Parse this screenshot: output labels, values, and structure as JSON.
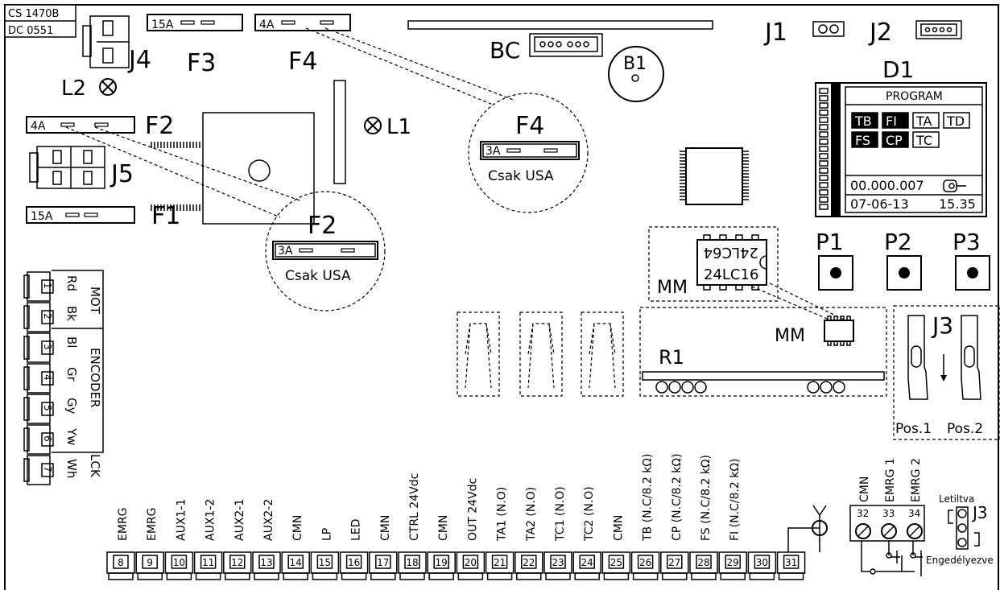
{
  "header_labels": [
    "CS 1470B",
    "DC 0551"
  ],
  "connectors": {
    "J4": "J4",
    "J5": "J5",
    "J1": "J1",
    "J2": "J2",
    "J3": "J3",
    "BC": "BC",
    "B1": "B1",
    "D1": "D1"
  },
  "fuses": {
    "F1": {
      "label": "F1",
      "rating": "15A"
    },
    "F2": {
      "label": "F2",
      "rating": "4A"
    },
    "F3": {
      "label": "F3",
      "rating": "15A"
    },
    "F4": {
      "label": "F4",
      "rating": "4A"
    }
  },
  "usa_callouts": [
    {
      "label": "F4",
      "rating": "3A",
      "note": "Csak USA"
    },
    {
      "label": "F2",
      "rating": "3A",
      "note": "Csak USA"
    }
  ],
  "leds": {
    "L1": "L1",
    "L2": "L2"
  },
  "display": {
    "title": "PROGRAM",
    "inverted_flags": [
      "TB",
      "FI",
      "FS",
      "CP"
    ],
    "flags": [
      "TA",
      "TD",
      "TC"
    ],
    "counter": "00.000.007",
    "date": "07-06-13",
    "time": "15.35"
  },
  "memory": {
    "label": "MM",
    "chip_line1": "24LC64",
    "chip_line2": "24LC16",
    "socket_label": "MM"
  },
  "buttons": [
    "P1",
    "P2",
    "P3"
  ],
  "relay_block_label": "R1",
  "jumper_j3": {
    "label": "J3",
    "positions": [
      "Pos.1",
      "Pos.2"
    ],
    "disabled": "Letiltva",
    "enabled": "Engedélyezve"
  },
  "left_terminals": {
    "numbers": [
      "1",
      "2",
      "3",
      "4",
      "5",
      "6",
      "7"
    ],
    "wire_colors": [
      "Rd",
      "Bk",
      "Bl",
      "Gr",
      "Gy",
      "Yw",
      "Wh"
    ],
    "groups": [
      "MOT",
      "ENCODER",
      "LCK"
    ]
  },
  "bottom_terminals": [
    {
      "num": "8",
      "label": "EMRG"
    },
    {
      "num": "9",
      "label": "EMRG"
    },
    {
      "num": "10",
      "label": "AUX1-1"
    },
    {
      "num": "11",
      "label": "AUX1-2"
    },
    {
      "num": "12",
      "label": "AUX2-1"
    },
    {
      "num": "13",
      "label": "AUX2-2"
    },
    {
      "num": "14",
      "label": "CMN"
    },
    {
      "num": "15",
      "label": "LP"
    },
    {
      "num": "16",
      "label": "LED"
    },
    {
      "num": "17",
      "label": "CMN"
    },
    {
      "num": "18",
      "label": "CTRL 24Vdc"
    },
    {
      "num": "19",
      "label": "CMN"
    },
    {
      "num": "20",
      "label": "OUT 24Vdc"
    },
    {
      "num": "21",
      "label": "TA1 (N.O)"
    },
    {
      "num": "22",
      "label": "TA2 (N.O)"
    },
    {
      "num": "23",
      "label": "TC1 (N.O)"
    },
    {
      "num": "24",
      "label": "TC2 (N.O)"
    },
    {
      "num": "25",
      "label": "CMN"
    },
    {
      "num": "26",
      "label": "TB (N.C/8.2 kΩ)"
    },
    {
      "num": "27",
      "label": "CP (N.C/8.2 kΩ)"
    },
    {
      "num": "28",
      "label": "FS (N.C/8.2 kΩ)"
    },
    {
      "num": "29",
      "label": "FI (N.C/8.2 kΩ)"
    },
    {
      "num": "30",
      "label": ""
    },
    {
      "num": "31",
      "label": ""
    }
  ],
  "emergency_terminals": [
    {
      "num": "32",
      "label": "CMN"
    },
    {
      "num": "33",
      "label": "EMRG 1"
    },
    {
      "num": "34",
      "label": "EMRG 2"
    }
  ]
}
